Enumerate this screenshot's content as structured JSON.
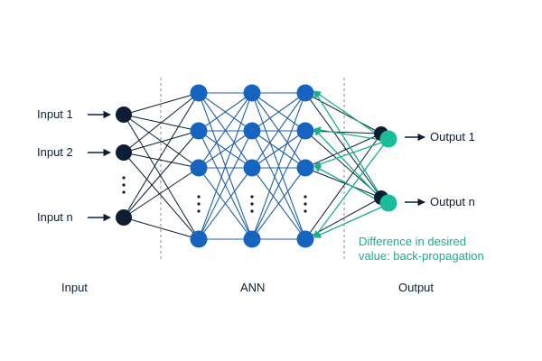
{
  "colors": {
    "input_node": "#0b1e33",
    "hidden_node": "#1565c0",
    "output_node": "#1abc9c",
    "edge_input": "#0b1e33",
    "edge_hidden": "#1f5fa8",
    "backprop": "#1aae8f",
    "divider": "#8a8a8a"
  },
  "inputs": [
    "Input 1",
    "Input 2",
    "Input n"
  ],
  "outputs": [
    "Output 1",
    "Output n"
  ],
  "note": {
    "line1": "Difference in desired",
    "line2": "value: back-propagation"
  },
  "sections": {
    "input": "Input",
    "ann": "ANN",
    "output": "Output"
  }
}
